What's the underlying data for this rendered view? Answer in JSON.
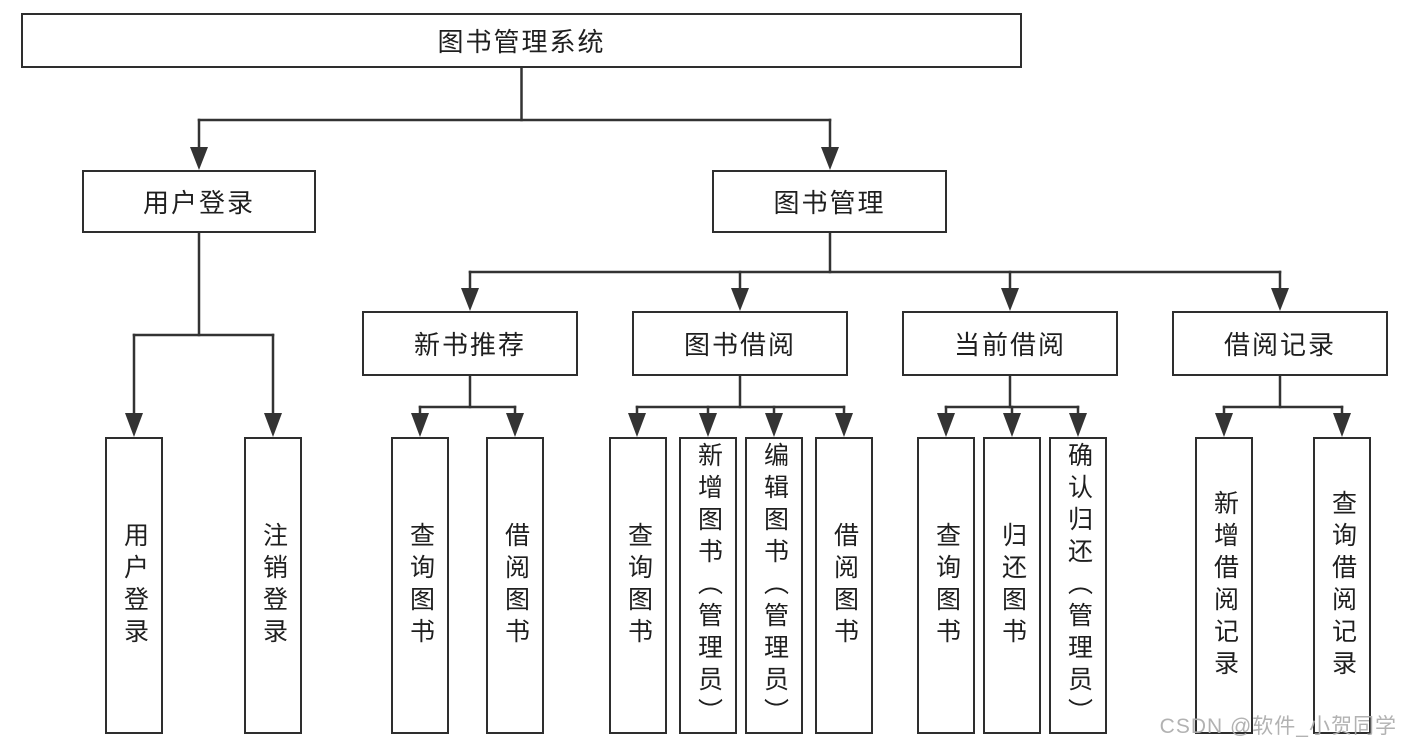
{
  "diagram": {
    "root": "图书管理系统",
    "level2": {
      "user_login": "用户登录",
      "book_mgmt": "图书管理"
    },
    "level3": {
      "new_books": "新书推荐",
      "borrowing": "图书借阅",
      "current": "当前借阅",
      "records": "借阅记录"
    },
    "leaves": {
      "user_login": [
        "用户登录",
        "注销登录"
      ],
      "new_books": [
        "查询图书",
        "借阅图书"
      ],
      "borrowing": [
        "查询图书",
        "新增图书（管理员）",
        "编辑图书（管理员）",
        "借阅图书"
      ],
      "current": [
        "查询图书",
        "归还图书",
        "确认归还（管理员）"
      ],
      "records": [
        "新增借阅记录",
        "查询借阅记录"
      ]
    }
  },
  "watermark": "CSDN @软件_小贺同学",
  "colors": {
    "line": "#333333",
    "box_border": "#2e2e2e",
    "text": "#1f1f1f",
    "watermark": "#aeaeae",
    "background": "#ffffff"
  }
}
